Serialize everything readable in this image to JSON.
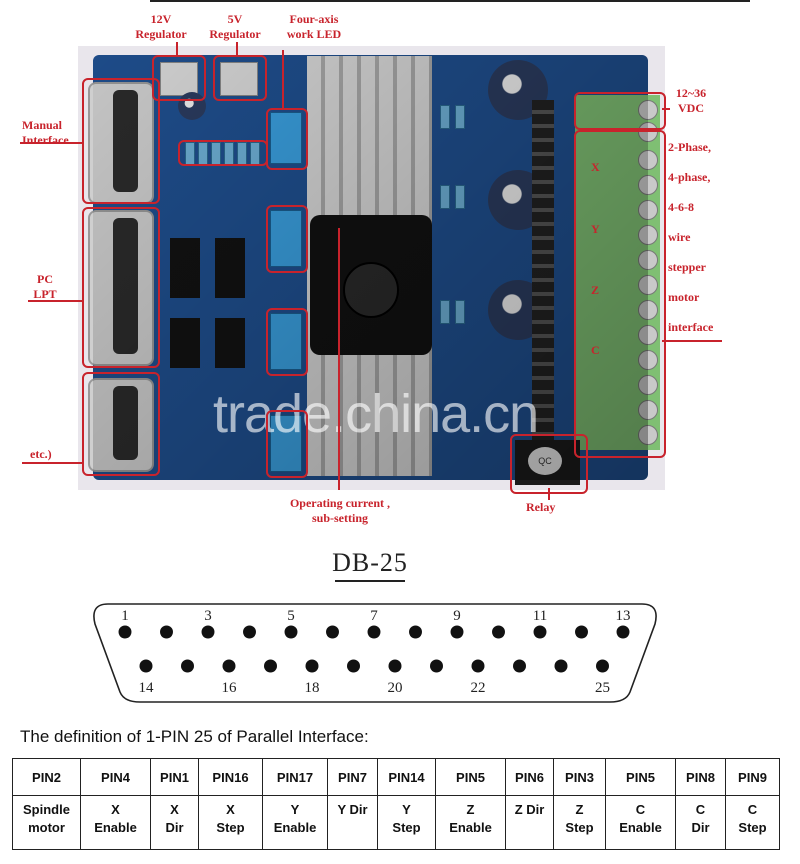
{
  "photo": {
    "labels": {
      "reg12": "12V\nRegulator",
      "reg5": "5V\nRegulator",
      "led": "Four-axis\nwork LED",
      "manual": "Manual\nInterface",
      "pc": "PC\nLPT",
      "etc": "etc.)",
      "vdc": "12~36\nVDC",
      "motor": [
        "2-Phase,",
        "4-phase,",
        "4-6-8",
        "wire",
        "stepper",
        "motor",
        "interface"
      ],
      "axes": [
        "X",
        "Y",
        "Z",
        "C"
      ],
      "current": "Operating current ,\nsub-setting",
      "relay": "Relay",
      "relay_chip": "QC"
    },
    "watermark": "trade.china.cn",
    "colors": {
      "annotation": "#c8232c",
      "pcb": "#1f4f8f",
      "terminal": "#7fbf73"
    }
  },
  "connector": {
    "title": "DB-25",
    "top_labels": [
      "1",
      "3",
      "5",
      "7",
      "9",
      "11",
      "13"
    ],
    "bottom_labels": [
      "14",
      "16",
      "18",
      "20",
      "22",
      "25"
    ]
  },
  "definition_title": "The definition of 1-PIN 25 of Parallel Interface:",
  "table": {
    "headers": [
      "PIN2",
      "PIN4",
      "PIN1",
      "PIN16",
      "PIN17",
      "PIN7",
      "PIN14",
      "PIN5",
      "PIN6",
      "PIN3",
      "PIN5",
      "PIN8",
      "PIN9"
    ],
    "values": [
      [
        "Spindle",
        "motor"
      ],
      [
        "X",
        "Enable"
      ],
      [
        "X",
        "Dir"
      ],
      [
        "X",
        "Step"
      ],
      [
        "Y",
        "Enable"
      ],
      [
        "Y Dir",
        ""
      ],
      [
        "Y",
        "Step"
      ],
      [
        "Z",
        "Enable"
      ],
      [
        "Z Dir",
        ""
      ],
      [
        "Z",
        "Step"
      ],
      [
        "C",
        "Enable"
      ],
      [
        "C",
        "Dir"
      ],
      [
        "C",
        "Step"
      ]
    ]
  }
}
